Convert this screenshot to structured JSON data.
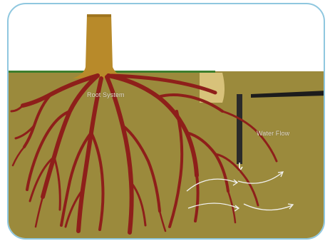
{
  "labels": {
    "root_system": "Root System",
    "water_flow": "Water Flow"
  },
  "colors": {
    "soil": "#9b8a3c",
    "grass": "#3d7e2d",
    "trunk": "#b88a2a",
    "root": "#8e1f1a",
    "pipe": "#2a2a2a",
    "frame": "#8fc7df",
    "arrow": "#f2f2f2"
  },
  "icons": [
    "tree-trunk",
    "roots",
    "drain-pipe",
    "water-flow-arrows"
  ]
}
